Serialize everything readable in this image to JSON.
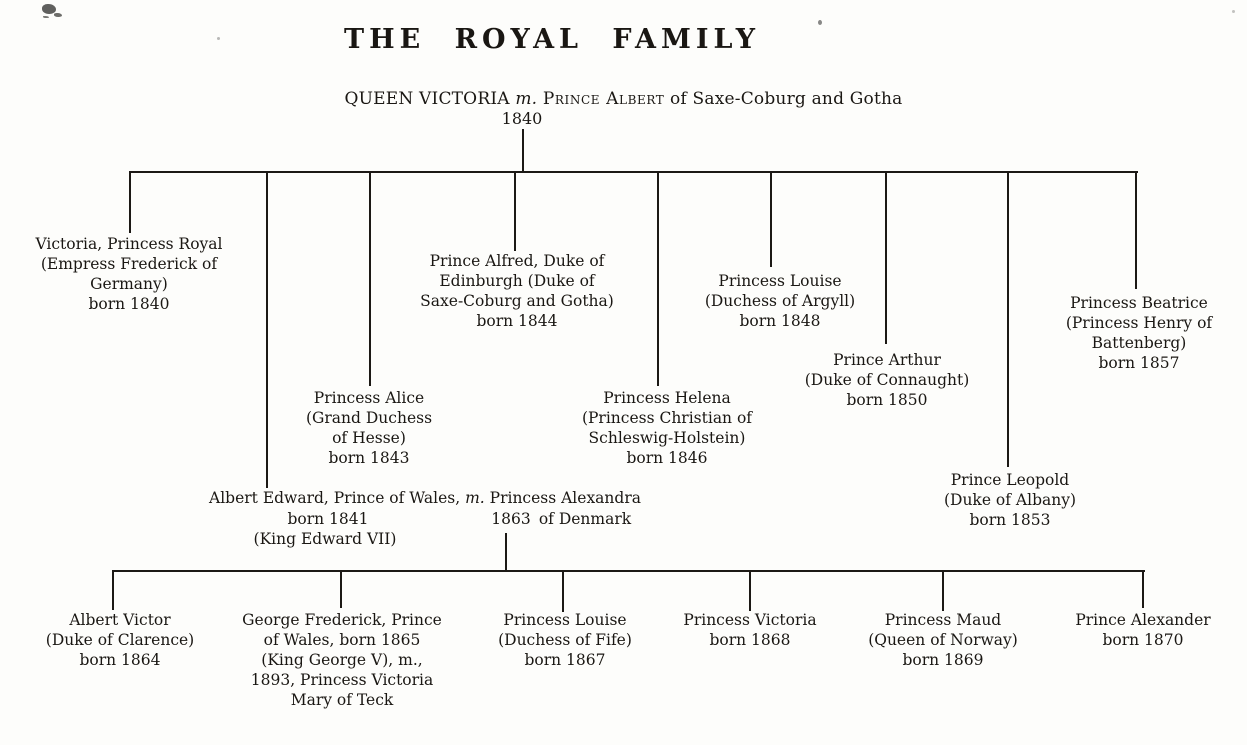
{
  "title": "THE ROYAL FAMILY",
  "root": {
    "queen": "QUEEN VICTORIA",
    "marriage_abbr": "m.",
    "spouse": "Prince Albert",
    "spouse_rest": "of Saxe-Coburg and Gotha",
    "marriage_year": "1840"
  },
  "gen2": [
    {
      "lines": [
        "Victoria, Princess Royal",
        "(Empress Frederick of",
        "Germany)",
        "born 1840"
      ]
    },
    {
      "lines": [
        "Princess Alice",
        "(Grand Duchess",
        "of Hesse)",
        "born 1843"
      ]
    },
    {
      "lines": [
        "Prince Alfred, Duke of",
        "Edinburgh (Duke of",
        "Saxe-Coburg and Gotha)",
        "born 1844"
      ]
    },
    {
      "lines": [
        "Princess Helena",
        "(Princess Christian of",
        "Schleswig-Holstein)",
        "born 1846"
      ]
    },
    {
      "lines": [
        "Princess Louise",
        "(Duchess of Argyll)",
        "born 1848"
      ]
    },
    {
      "lines": [
        "Prince Arthur",
        "(Duke of Connaught)",
        "born 1850"
      ]
    },
    {
      "lines": [
        "Prince Leopold",
        "(Duke of Albany)",
        "born 1853"
      ]
    },
    {
      "lines": [
        "Princess Beatrice",
        "(Princess Henry of",
        "Battenberg)",
        "born 1857"
      ]
    }
  ],
  "wales": {
    "line1a": "Albert Edward, Prince of Wales,",
    "marriage_abbr": "m.",
    "line1b": "Princess Alexandra",
    "born": "born 1841",
    "marriage_year": "1863",
    "spouse_place": "of Denmark",
    "king_title": "(King Edward VII)"
  },
  "gen3": [
    {
      "lines": [
        "Albert Victor",
        "(Duke of Clarence)",
        "born 1864"
      ]
    },
    {
      "lines": [
        "George Frederick, Prince",
        "of Wales, born 1865",
        "(King George V), m.,",
        "1893, Princess Victoria",
        "Mary of Teck"
      ]
    },
    {
      "lines": [
        "Princess Louise",
        "(Duchess of Fife)",
        "born 1867"
      ]
    },
    {
      "lines": [
        "Princess Victoria",
        "born 1868"
      ]
    },
    {
      "lines": [
        "Princess Maud",
        "(Queen of Norway)",
        "born 1869"
      ]
    },
    {
      "lines": [
        "Prince Alexander",
        "born 1870"
      ]
    }
  ]
}
